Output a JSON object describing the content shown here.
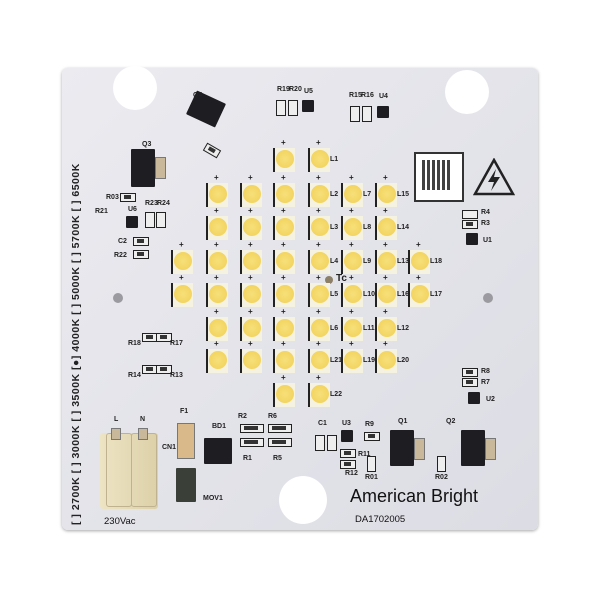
{
  "board": {
    "brand": "American Bright",
    "model": "DA1702005",
    "input_voltage": "230Vac",
    "color_temperature_selector": "[ ] 2700K  [ ] 3000K  [ ] 3500K  [●] 4000K  [ ] 5000K  [ ] 5700K  [ ] 6500K",
    "selected_cct": "4000K",
    "thermal_point_label": "Tc",
    "colors": {
      "board": "#e4e4ea",
      "led": "#f3d55f",
      "component": "#1d1d22"
    },
    "icons": [
      "qr-code-icon",
      "high-voltage-warning-icon"
    ]
  },
  "leds": {
    "rows": [
      [
        "",
        "L1"
      ],
      [
        "",
        "",
        "",
        "L2",
        "L7",
        "L15"
      ],
      [
        "",
        "",
        "",
        "L3",
        "L8",
        "L14"
      ],
      [
        "",
        "",
        "",
        "",
        "L4",
        "L9",
        "L13",
        "L18"
      ],
      [
        "",
        "",
        "",
        "",
        "L5",
        "L10",
        "L16",
        "L17"
      ],
      [
        "",
        "",
        "",
        "L6",
        "L11",
        "L12"
      ],
      [
        "",
        "",
        "",
        "L21",
        "L19",
        "L20"
      ],
      [
        "",
        "L22"
      ]
    ]
  },
  "components": {
    "q4": "Q4",
    "r19": "R19",
    "r20": "R20",
    "u5": "U5",
    "r15": "R15",
    "r16": "R16",
    "u4": "U4",
    "q3": "Q3",
    "r03": "R03",
    "r21": "R21",
    "r23": "R23",
    "r24": "R24",
    "u6": "U6",
    "c2": "C2",
    "r22": "R22",
    "r4": "R4",
    "r3": "R3",
    "u1": "U1",
    "r18": "R18",
    "r17": "R17",
    "r14": "R14",
    "r13": "R13",
    "r8": "R8",
    "r7": "R7",
    "u2": "U2",
    "f1": "F1",
    "bd1": "BD1",
    "r2": "R2",
    "r6": "R6",
    "r1": "R1",
    "r5": "R5",
    "c1": "C1",
    "u3": "U3",
    "r9": "R9",
    "r11": "R11",
    "r12": "R12",
    "r01": "R01",
    "q1": "Q1",
    "q2": "Q2",
    "r02": "R02",
    "cn1": "CN1",
    "l": "L",
    "n": "N",
    "mov1": "MOV1"
  }
}
